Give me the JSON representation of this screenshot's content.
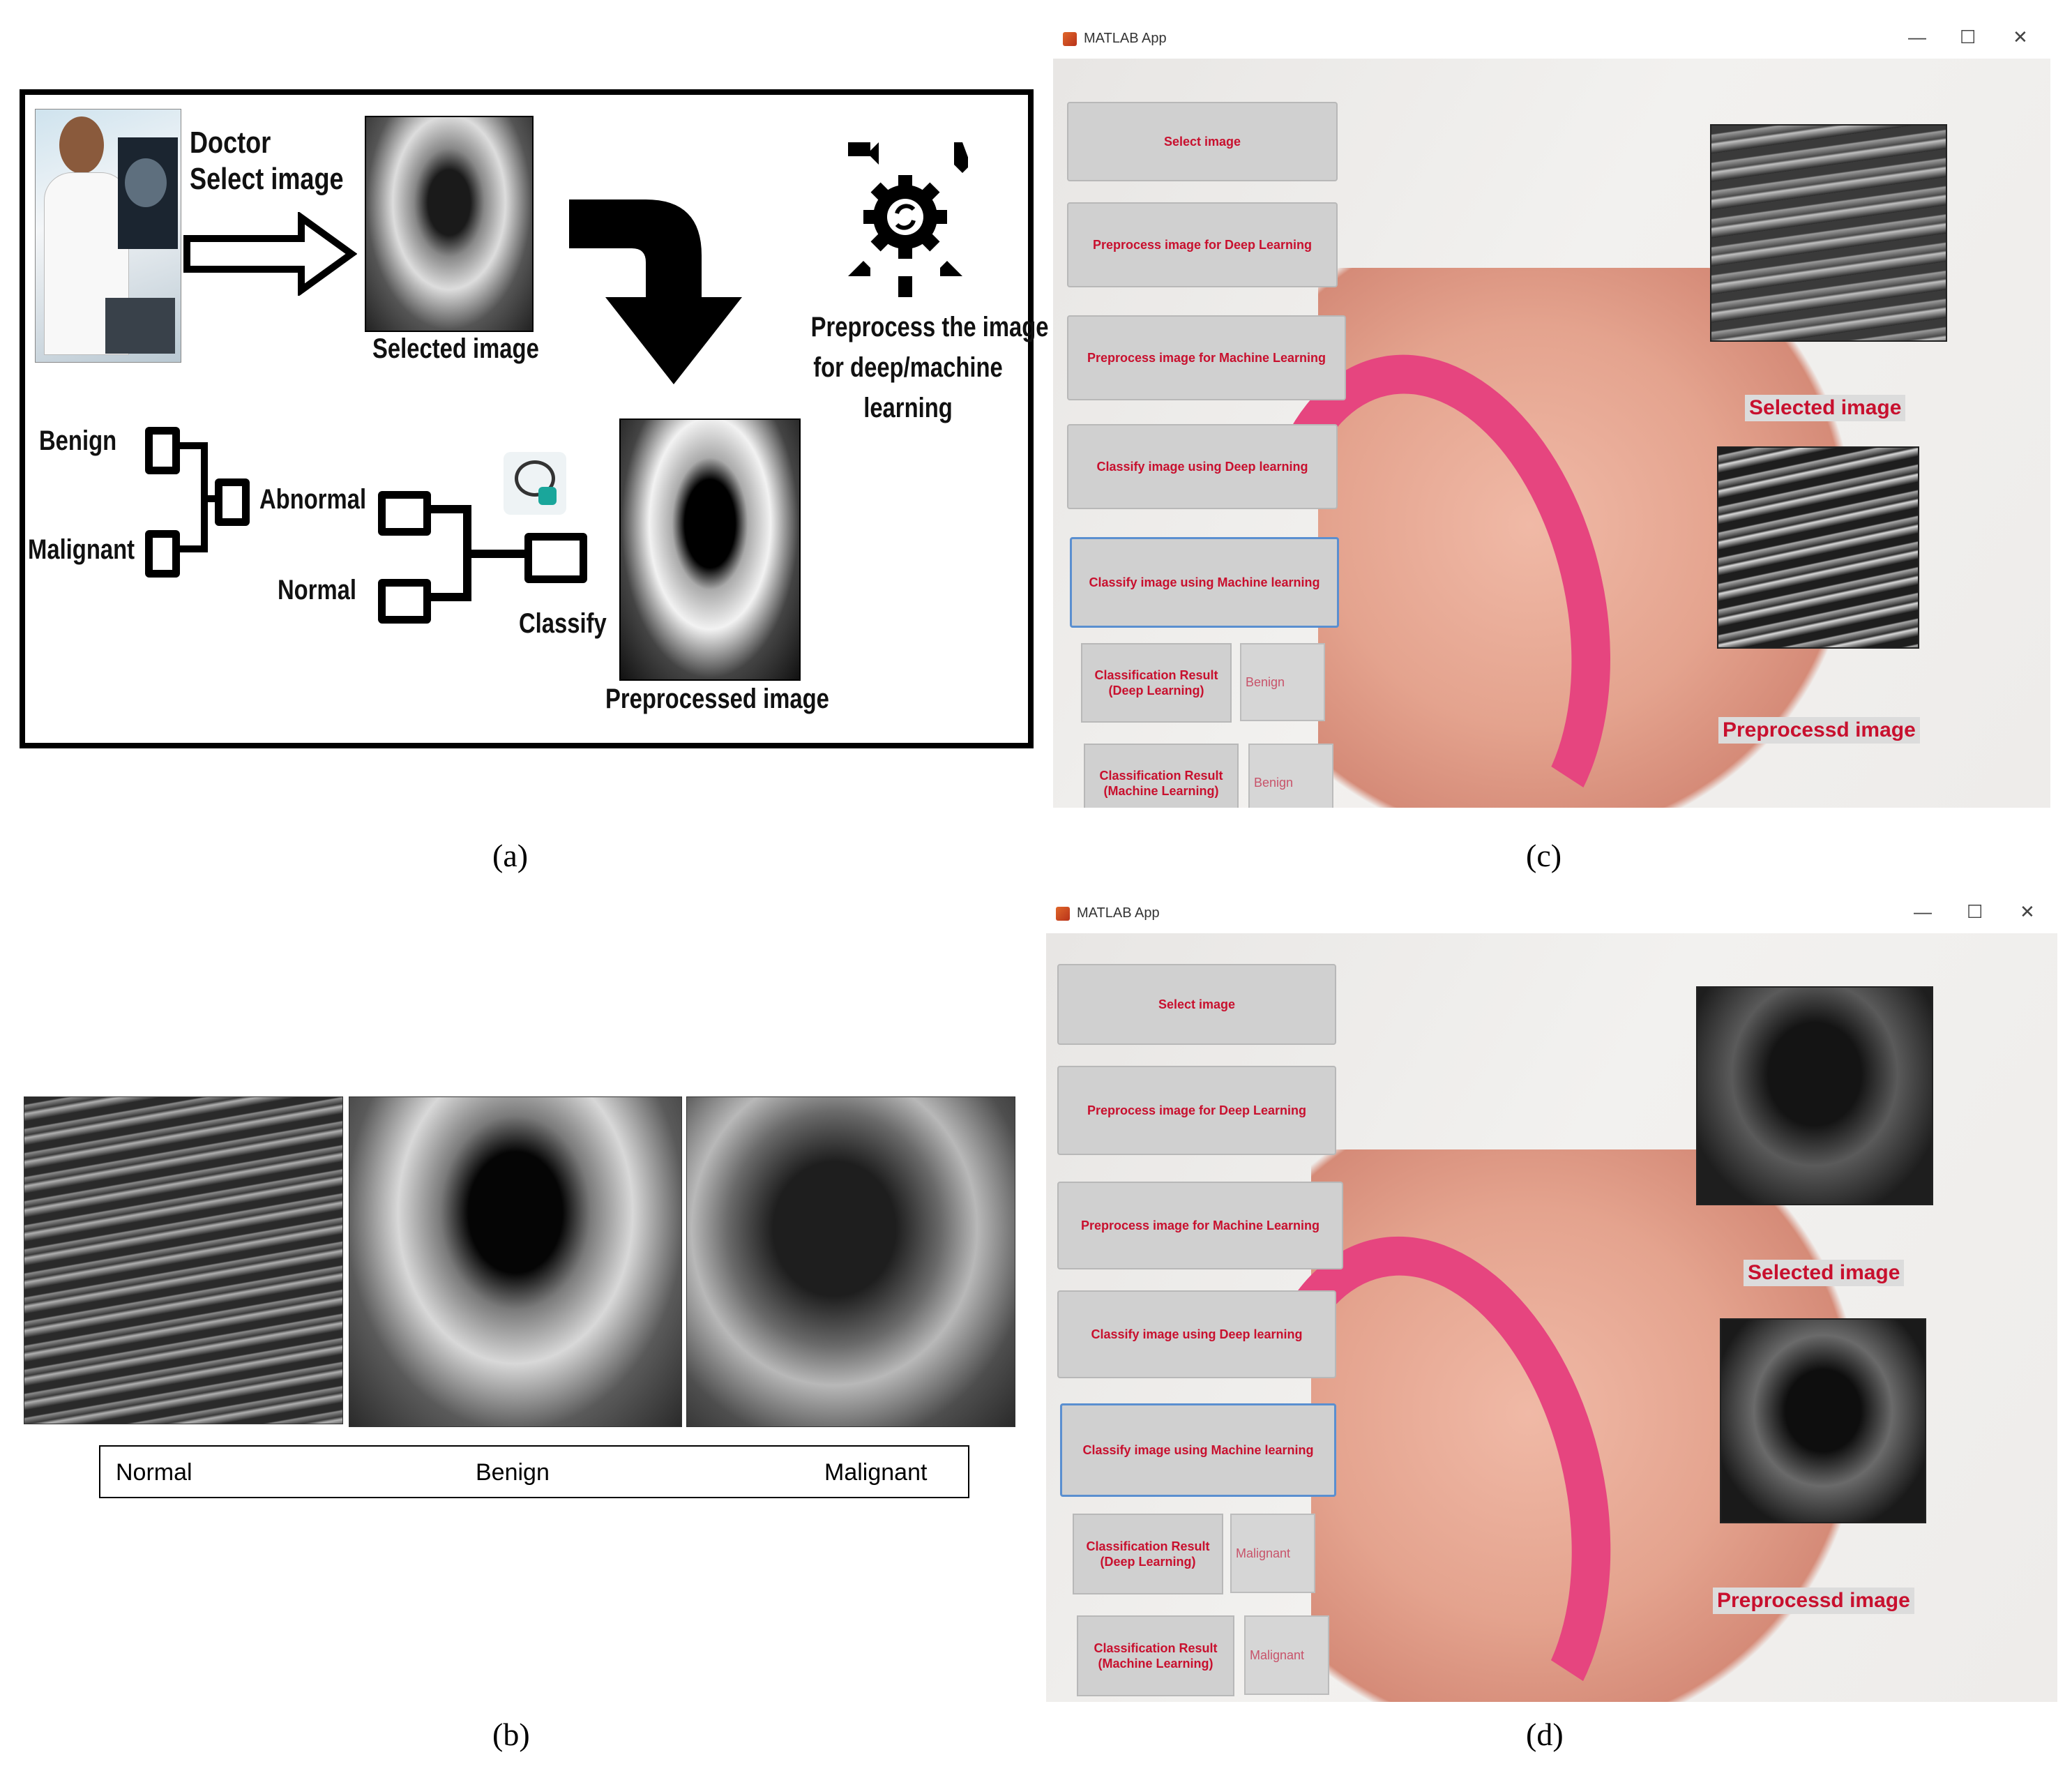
{
  "panel_a": {
    "doctor_label": "Doctor",
    "select_image_label": "Select image",
    "selected_image_caption": "Selected image",
    "preprocess_caption": [
      "Preprocess the image",
      "for deep/machine",
      "learning"
    ],
    "preprocessed_image_caption": "Preprocessed image",
    "benign_label": "Benign",
    "abnormal_label": "Abnormal",
    "malignant_label": "Malignant",
    "normal_label": "Normal",
    "classify_label": "Classify",
    "icons": [
      "doctor-photo",
      "arrow-right-icon",
      "curved-arrow-down-icon",
      "gear-icon",
      "ai-brain-icon",
      "tree-diagram-icon"
    ]
  },
  "panel_b": {
    "labels": [
      "Normal",
      "Benign",
      "Malignant"
    ]
  },
  "app_c": {
    "window_title": "MATLAB App",
    "buttons": {
      "select_image": "Select image",
      "preprocess_dl": "Preprocess image for Deep Learning",
      "preprocess_ml": "Preprocess image for Machine Learning",
      "classify_dl": "Classify image using Deep learning",
      "classify_ml": "Classify image using Machine learning"
    },
    "result_dl_label": "Classification Result\n(Deep Learning)",
    "result_dl_value": "Benign",
    "result_ml_label": "Classification Result\n(Machine Learning)",
    "result_ml_value": "Benign",
    "selected_image_caption": "Selected image",
    "preprocessed_image_caption": "Preprocessd image"
  },
  "app_d": {
    "window_title": "MATLAB App",
    "buttons": {
      "select_image": "Select image",
      "preprocess_dl": "Preprocess image for Deep Learning",
      "preprocess_ml": "Preprocess image for Machine Learning",
      "classify_dl": "Classify image using Deep learning",
      "classify_ml": "Classify image using Machine learning"
    },
    "result_dl_label": "Classification Result\n(Deep Learning)",
    "result_dl_value": "Malignant",
    "result_ml_label": "Classification Result\n(Machine Learning)",
    "result_ml_value": "Malignant",
    "selected_image_caption": "Selected image",
    "preprocessed_image_caption": "Preprocessd image"
  },
  "window_controls": {
    "minimize": "—",
    "maximize": "☐",
    "close": "✕"
  },
  "subfigure_labels": {
    "a": "(a)",
    "b": "(b)",
    "c": "(c)",
    "d": "(d)"
  },
  "colors": {
    "accent_red": "#c8102e",
    "ribbon_pink": "#e6457f",
    "button_gray": "#d0d0d0"
  }
}
